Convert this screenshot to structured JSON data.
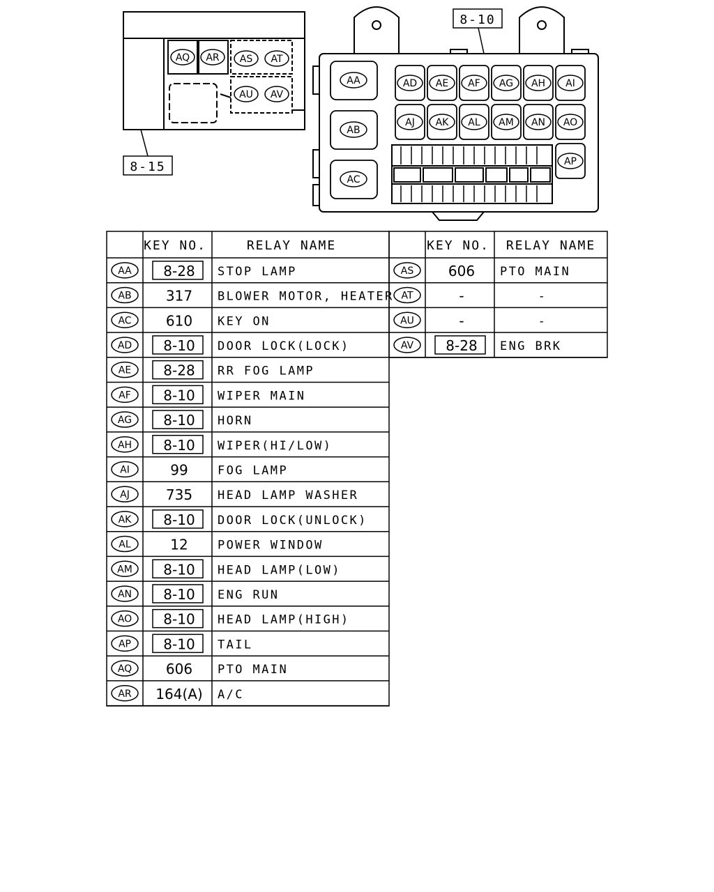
{
  "callouts": {
    "left_box": "8-15",
    "right_box": "8-10"
  },
  "diagram": {
    "left_relays": [
      "AQ",
      "AR",
      "AS",
      "AT",
      "AU",
      "AV"
    ],
    "right_relays_large": [
      "AA",
      "AB",
      "AC"
    ],
    "right_relays_row1": [
      "AD",
      "AE",
      "AF",
      "AG",
      "AH",
      "AI"
    ],
    "right_relays_row2": [
      "AJ",
      "AK",
      "AL",
      "AM",
      "AN",
      "AO"
    ],
    "right_relay_single": "AP"
  },
  "table": {
    "headers": {
      "key_no": "KEY NO.",
      "relay_name": "RELAY NAME"
    },
    "left_rows": [
      {
        "code": "AA",
        "key": "8-28",
        "boxed": true,
        "name": "STOP LAMP"
      },
      {
        "code": "AB",
        "key": "317",
        "boxed": false,
        "name": "BLOWER MOTOR, HEATER"
      },
      {
        "code": "AC",
        "key": "610",
        "boxed": false,
        "name": "KEY ON"
      },
      {
        "code": "AD",
        "key": "8-10",
        "boxed": true,
        "name": "DOOR LOCK(LOCK)"
      },
      {
        "code": "AE",
        "key": "8-28",
        "boxed": true,
        "name": "RR FOG LAMP"
      },
      {
        "code": "AF",
        "key": "8-10",
        "boxed": true,
        "name": "WIPER MAIN"
      },
      {
        "code": "AG",
        "key": "8-10",
        "boxed": true,
        "name": "HORN"
      },
      {
        "code": "AH",
        "key": "8-10",
        "boxed": true,
        "name": "WIPER(HI/LOW)"
      },
      {
        "code": "AI",
        "key": "99",
        "boxed": false,
        "name": "FOG LAMP"
      },
      {
        "code": "AJ",
        "key": "735",
        "boxed": false,
        "name": "HEAD LAMP WASHER"
      },
      {
        "code": "AK",
        "key": "8-10",
        "boxed": true,
        "name": "DOOR LOCK(UNLOCK)"
      },
      {
        "code": "AL",
        "key": "12",
        "boxed": false,
        "name": "POWER WINDOW"
      },
      {
        "code": "AM",
        "key": "8-10",
        "boxed": true,
        "name": "HEAD LAMP(LOW)"
      },
      {
        "code": "AN",
        "key": "8-10",
        "boxed": true,
        "name": "ENG RUN"
      },
      {
        "code": "AO",
        "key": "8-10",
        "boxed": true,
        "name": "HEAD LAMP(HIGH)"
      },
      {
        "code": "AP",
        "key": "8-10",
        "boxed": true,
        "name": "TAIL"
      },
      {
        "code": "AQ",
        "key": "606",
        "boxed": false,
        "name": "PTO MAIN"
      },
      {
        "code": "AR",
        "key": "164(A)",
        "boxed": false,
        "name": "A/C"
      }
    ],
    "right_rows": [
      {
        "code": "AS",
        "key": "606",
        "boxed": false,
        "name": "PTO MAIN"
      },
      {
        "code": "AT",
        "key": "-",
        "boxed": false,
        "name": "-"
      },
      {
        "code": "AU",
        "key": "-",
        "boxed": false,
        "name": "-"
      },
      {
        "code": "AV",
        "key": "8-28",
        "boxed": true,
        "name": "ENG BRK"
      }
    ]
  }
}
